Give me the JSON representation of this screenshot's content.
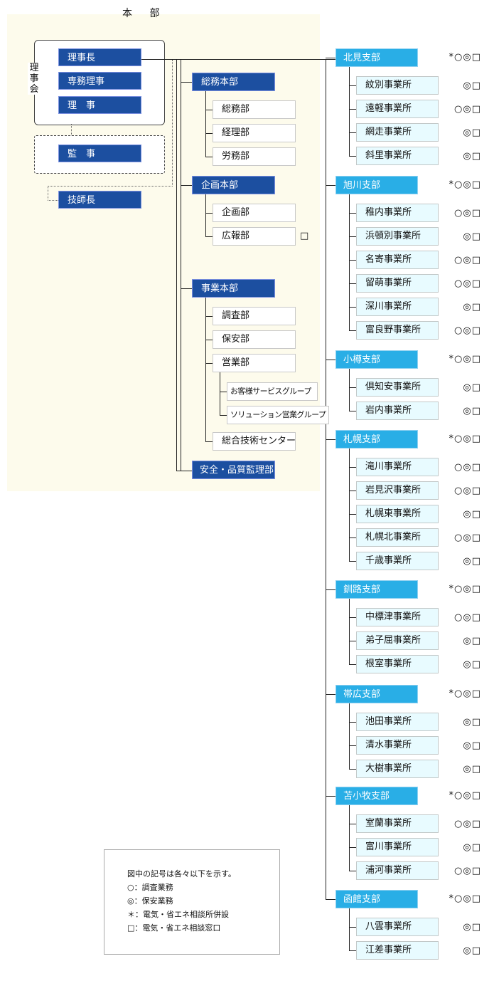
{
  "hq": {
    "title": "本 部",
    "board_label": "理事会",
    "board_members": [
      "理事長",
      "専務理事",
      "理　事"
    ],
    "auditor": "監　事",
    "chief_engineer": "技師長",
    "divisions": [
      {
        "name": "総務本部",
        "depts": [
          {
            "name": "総務部",
            "sym": ""
          },
          {
            "name": "経理部",
            "sym": ""
          },
          {
            "name": "労務部",
            "sym": ""
          }
        ]
      },
      {
        "name": "企画本部",
        "depts": [
          {
            "name": "企画部",
            "sym": ""
          },
          {
            "name": "広報部",
            "sym": "□"
          }
        ]
      },
      {
        "name": "事業本部",
        "depts": [
          {
            "name": "調査部",
            "sym": ""
          },
          {
            "name": "保安部",
            "sym": ""
          },
          {
            "name": "営業部",
            "sym": ""
          },
          {
            "name": "総合技術センター",
            "sym": ""
          }
        ],
        "groups": [
          "お客様サービスグループ",
          "ソリューション営業グループ"
        ]
      },
      {
        "name": "安全・品質監理部",
        "depts": []
      }
    ]
  },
  "branches": [
    {
      "name": "北見支部",
      "sym": "*○◎□",
      "offices": [
        {
          "name": "紋別事業所",
          "sym": "◎□"
        },
        {
          "name": "遠軽事業所",
          "sym": "○◎□"
        },
        {
          "name": "網走事業所",
          "sym": "◎□"
        },
        {
          "name": "斜里事業所",
          "sym": "◎□"
        }
      ]
    },
    {
      "name": "旭川支部",
      "sym": "*○◎□",
      "offices": [
        {
          "name": "稚内事業所",
          "sym": "○◎□"
        },
        {
          "name": "浜頓別事業所",
          "sym": "◎□"
        },
        {
          "name": "名寄事業所",
          "sym": "○◎□"
        },
        {
          "name": "留萌事業所",
          "sym": "○◎□"
        },
        {
          "name": "深川事業所",
          "sym": "◎□"
        },
        {
          "name": "富良野事業所",
          "sym": "○◎□"
        }
      ]
    },
    {
      "name": "小樽支部",
      "sym": "*○◎□",
      "offices": [
        {
          "name": "倶知安事業所",
          "sym": "◎□"
        },
        {
          "name": "岩内事業所",
          "sym": "◎□"
        }
      ]
    },
    {
      "name": "札幌支部",
      "sym": "*○◎□",
      "offices": [
        {
          "name": "滝川事業所",
          "sym": "○◎□"
        },
        {
          "name": "岩見沢事業所",
          "sym": "○◎□"
        },
        {
          "name": "札幌東事業所",
          "sym": "◎□"
        },
        {
          "name": "札幌北事業所",
          "sym": "○◎□"
        },
        {
          "name": "千歳事業所",
          "sym": "◎□"
        }
      ]
    },
    {
      "name": "釧路支部",
      "sym": "*○◎□",
      "offices": [
        {
          "name": "中標津事業所",
          "sym": "○◎□"
        },
        {
          "name": "弟子屈事業所",
          "sym": "◎□"
        },
        {
          "name": "根室事業所",
          "sym": "◎□"
        }
      ]
    },
    {
      "name": "帯広支部",
      "sym": "*○◎□",
      "offices": [
        {
          "name": "池田事業所",
          "sym": "◎□"
        },
        {
          "name": "清水事業所",
          "sym": "◎□"
        },
        {
          "name": "大樹事業所",
          "sym": "◎□"
        }
      ]
    },
    {
      "name": "苫小牧支部",
      "sym": "*○◎□",
      "offices": [
        {
          "name": "室蘭事業所",
          "sym": "○◎□"
        },
        {
          "name": "富川事業所",
          "sym": "◎□"
        },
        {
          "name": "浦河事業所",
          "sym": "○◎□"
        }
      ]
    },
    {
      "name": "函館支部",
      "sym": "*○◎□",
      "offices": [
        {
          "name": "八雲事業所",
          "sym": "◎□"
        },
        {
          "name": "江差事業所",
          "sym": "◎□"
        }
      ]
    }
  ],
  "legend": {
    "title": "図中の記号は各々以下を示す。",
    "items": [
      "○：調査業務",
      "◎：保安業務",
      "＊：電気・省エネ相談所併設",
      "□：電気・省エネ相談窓口"
    ]
  },
  "colors": {
    "exec": "#1c4fa0",
    "branch": "#29aee6",
    "office_bg": "#e8fbff",
    "hq_bg": "#fdfbec"
  }
}
